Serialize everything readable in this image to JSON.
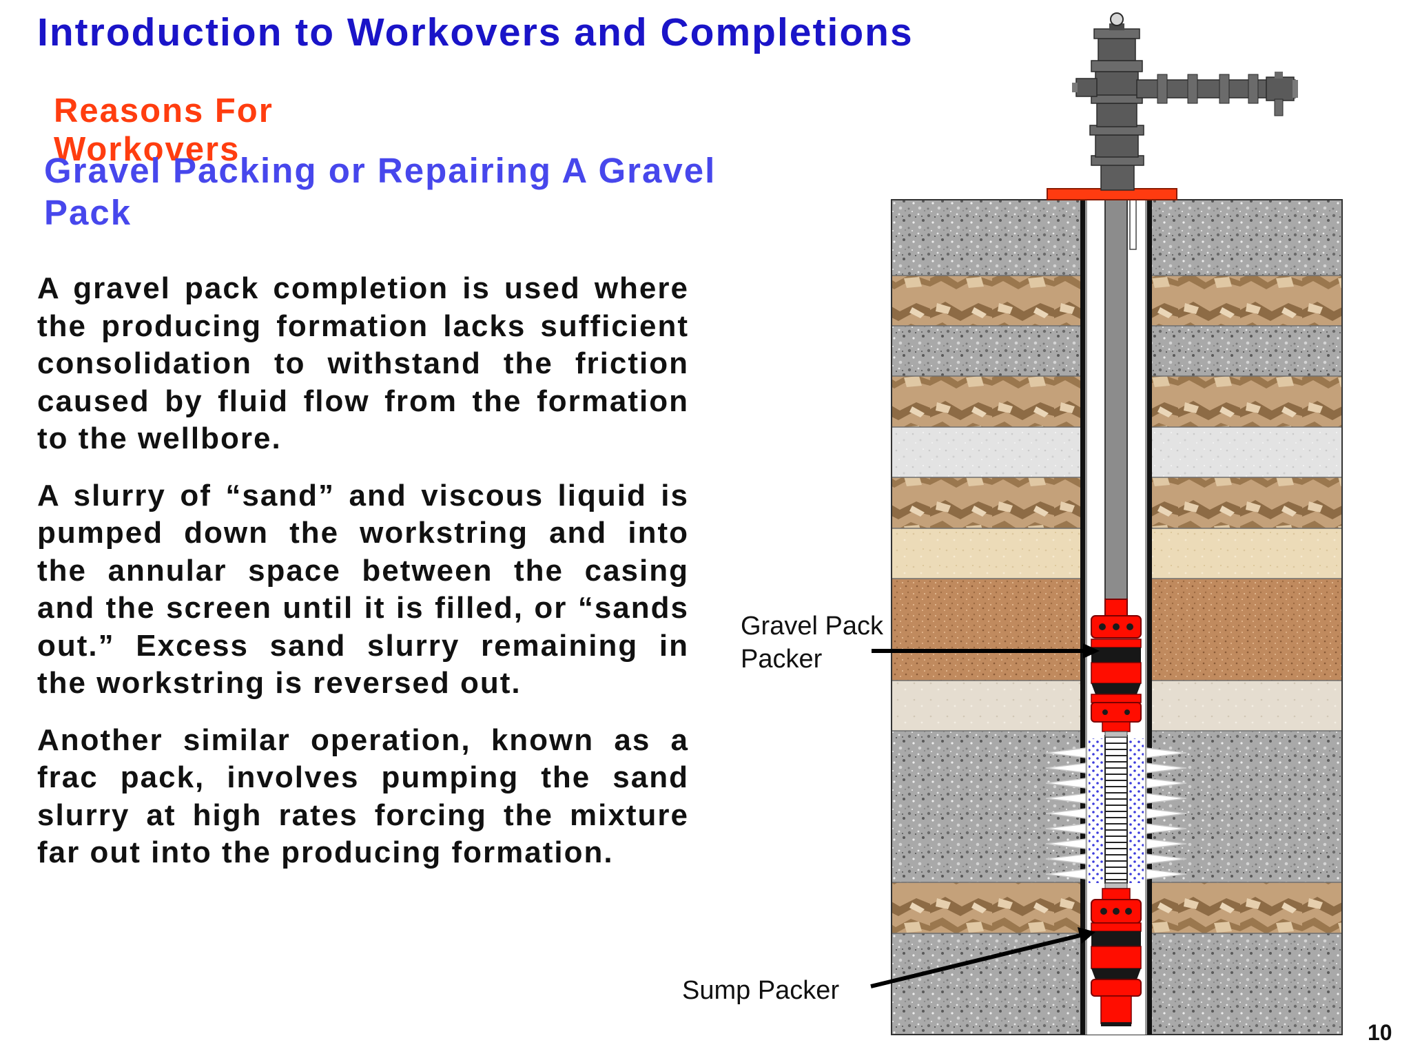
{
  "slide": {
    "title": "Introduction to Workovers and Completions",
    "section": "Reasons For Workovers",
    "subtitle": "Gravel Packing or Repairing A Gravel Pack",
    "paragraphs": [
      "A gravel pack completion is used where the producing formation lacks sufficient consolidation to withstand the friction caused by fluid flow from the formation to the wellbore.",
      "A slurry of “sand” and viscous liquid is pumped down the workstring and into the annular space between the casing and the screen until it is filled, or “sands out.” Excess sand slurry remaining in the workstring is reversed out.",
      "Another similar operation, known as a frac pack, involves pumping the sand slurry at high rates forcing the mixture far out into the producing formation."
    ],
    "page_number": "10"
  },
  "diagram": {
    "callouts": {
      "gravel_pack_packer": "Gravel Pack Packer",
      "sump_packer": "Sump Packer"
    },
    "colors": {
      "packer": "#ff0d00",
      "tubing": "#8c8c8c",
      "casing": "#111111",
      "wellhead": "#5e5e5e",
      "flange": "#ff3b10",
      "gravel": "#3d3ddc"
    },
    "strata": [
      "granite",
      "sandstone",
      "granite",
      "sandstone",
      "light-gray",
      "sandstone",
      "cream",
      "brown-sand",
      "beige",
      "granite",
      "granite",
      "granite",
      "sandstone",
      "granite"
    ]
  }
}
